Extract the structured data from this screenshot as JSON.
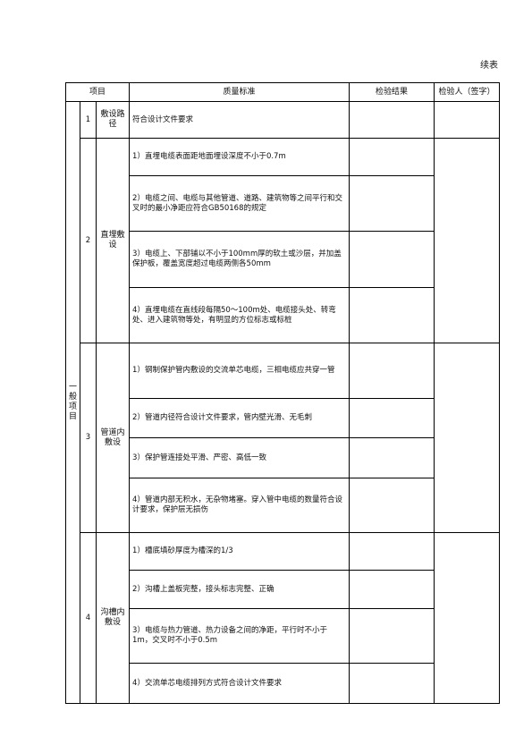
{
  "continued_label": "续表",
  "headers": {
    "item": "项目",
    "standard": "质量标准",
    "result": "检验结果",
    "inspector": "检验人（签字）"
  },
  "category": "一般项目",
  "groups": [
    {
      "no": "1",
      "name": "敷设路径",
      "standards": [
        "符合设计文件要求"
      ]
    },
    {
      "no": "2",
      "name": "直埋敷设",
      "standards": [
        "1）直埋电缆表面距地面埋设深度不小于0.7m",
        "2）电缆之间、电缆与其他管道、道路、建筑物等之间平行和交叉时的最小净距应符合GB50168的规定",
        "3）电缆上、下部铺以不小于100mm厚的软土或沙层，并加盖保护板，覆盖宽度超过电缆两侧各50mm",
        "4）直埋电缆在直线段每隔50～100m处、电缆接头处、转弯处、进入建筑物等处，有明显的方位标志或标桩"
      ]
    },
    {
      "no": "3",
      "name": "管道内敷设",
      "standards": [
        "1）钢制保护管内敷设的交流单芯电缆，三相电缆应共穿一管",
        "2）管道内径符合设计文件要求，管内壁光滑、无毛刺",
        "3）保护管连接处平滑、严密、高低一致",
        "4）管道内部无积水，无杂物堵塞。穿入管中电缆的数量符合设计要求，保护层无损伤"
      ]
    },
    {
      "no": "4",
      "name": "沟槽内敷设",
      "standards": [
        "1）槽底填砂厚度为槽深的1/3",
        "2）沟槽上盖板完整，接头标志完整、正确",
        "3）电缆与热力管道、热力设备之间的净距，平行时不小于1m，交叉时不小于0.5m",
        "4）交流单芯电缆排列方式符合设计文件要求"
      ]
    }
  ]
}
